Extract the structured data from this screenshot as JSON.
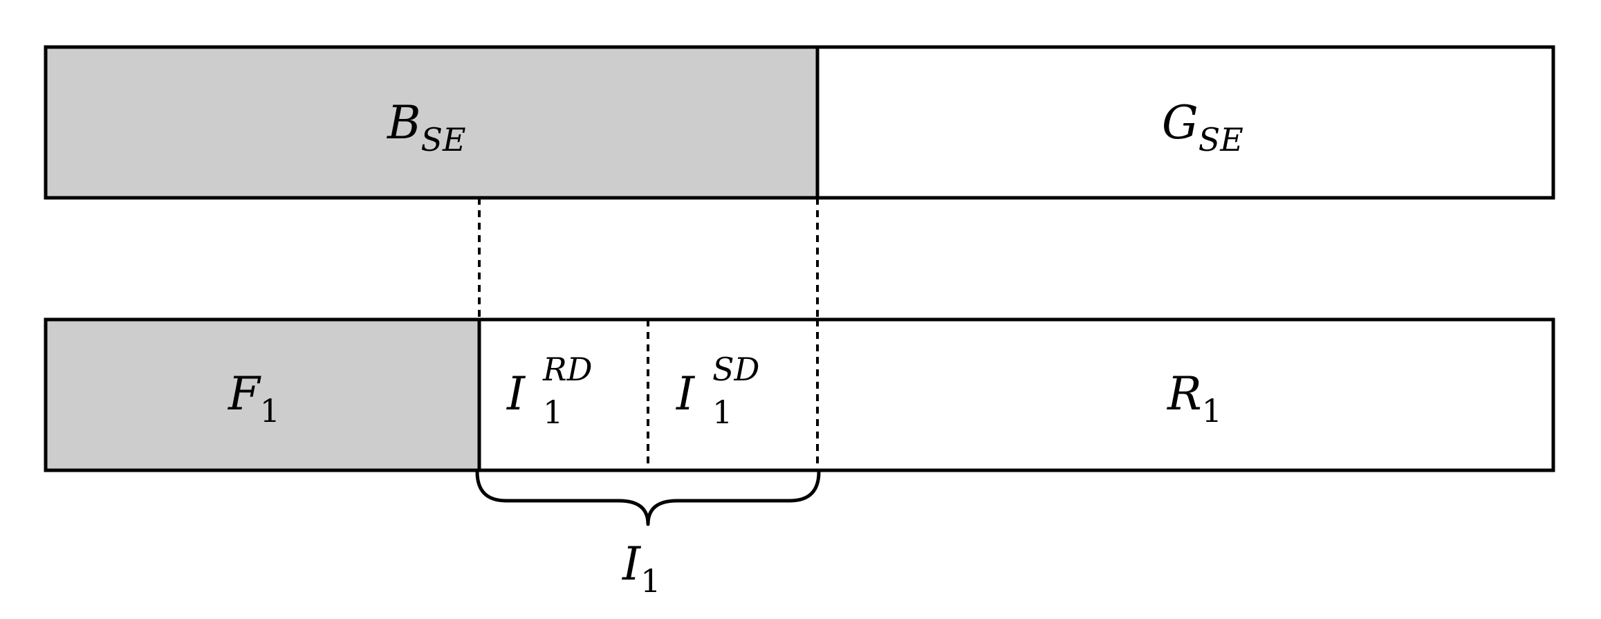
{
  "colors": {
    "shaded": "#cdcdcd",
    "unshaded": "#ffffff",
    "stroke": "#000000"
  },
  "top_bar": {
    "left": {
      "symbol": "B",
      "subscript": "SE",
      "fill": "shaded"
    },
    "right": {
      "symbol": "G",
      "subscript": "SE",
      "fill": "unshaded"
    }
  },
  "bottom_bar": {
    "f": {
      "symbol": "F",
      "subscript": "1",
      "fill": "shaded"
    },
    "i_rd": {
      "symbol": "I",
      "subscript": "1",
      "superscript": "RD",
      "fill": "unshaded"
    },
    "i_sd": {
      "symbol": "I",
      "subscript": "1",
      "superscript": "SD",
      "fill": "unshaded"
    },
    "r": {
      "symbol": "R",
      "subscript": "1",
      "fill": "unshaded"
    }
  },
  "brace_label": {
    "symbol": "I",
    "subscript": "1"
  }
}
